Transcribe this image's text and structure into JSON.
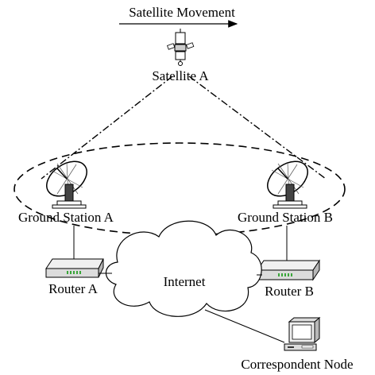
{
  "labels": {
    "satellite_movement": "Satellite Movement",
    "satellite_a": "Satellite A",
    "ground_station_a": "Ground Station A",
    "ground_station_b": "Ground Station B",
    "router_a": "Router A",
    "router_b": "Router B",
    "internet": "Internet",
    "correspondent_node": "Correspondent Node"
  },
  "colors": {
    "line": "#000000",
    "device_body": "#e8e8e8",
    "device_shade": "#b8b8b8",
    "led_green": "#3aa63a"
  }
}
